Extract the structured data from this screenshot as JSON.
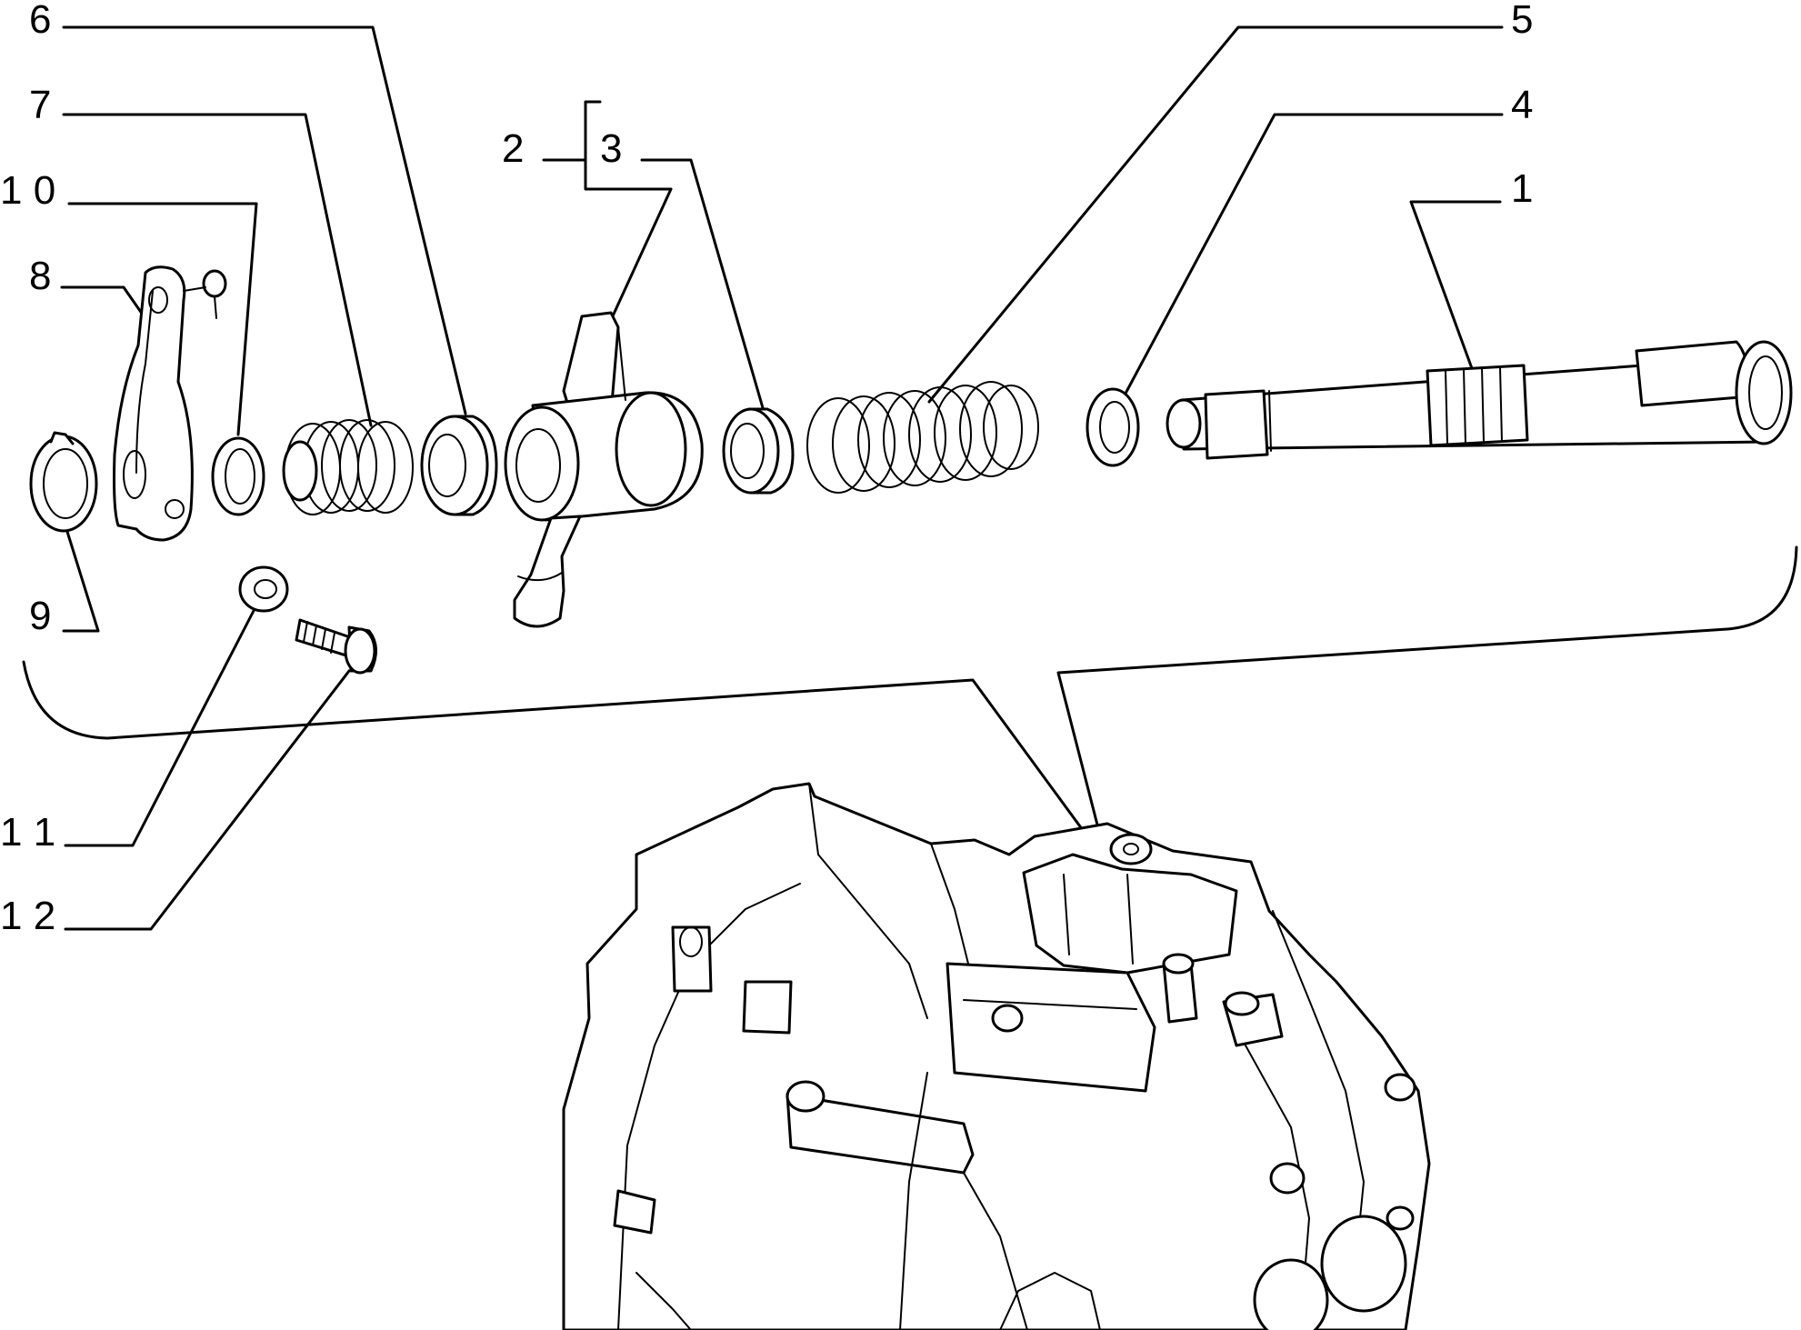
{
  "diagram": {
    "callouts": [
      {
        "id": "c1",
        "label": "1"
      },
      {
        "id": "c2",
        "label": "2"
      },
      {
        "id": "c3",
        "label": "3"
      },
      {
        "id": "c4",
        "label": "4"
      },
      {
        "id": "c5",
        "label": "5"
      },
      {
        "id": "c6",
        "label": "6"
      },
      {
        "id": "c7",
        "label": "7"
      },
      {
        "id": "c8",
        "label": "8"
      },
      {
        "id": "c9",
        "label": "9"
      },
      {
        "id": "c10",
        "label": "1 0"
      },
      {
        "id": "c11",
        "label": "1 1"
      },
      {
        "id": "c12",
        "label": "1 2"
      }
    ],
    "colors": {
      "ink": "#000000",
      "paper": "#ffffff"
    }
  }
}
